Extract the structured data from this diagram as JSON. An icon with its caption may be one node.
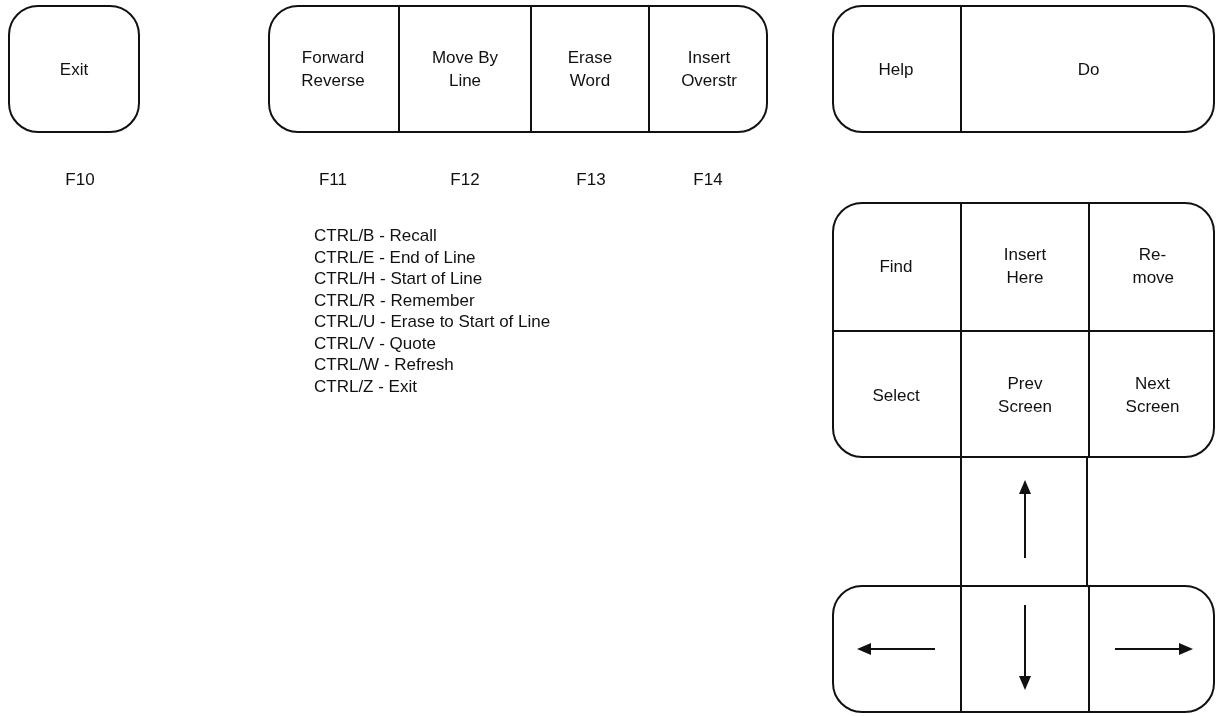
{
  "diagram": {
    "nodes": [
      {
        "text": [
          "Exit"
        ]
      },
      {
        "text": [],
        "shape": "box"
      },
      {
        "text": [
          "Forward Reverse"
        ],
        "in": 1
      },
      {
        "text": [
          "Move By Line"
        ],
        "in": 1
      },
      {
        "text": [
          "Erase Word"
        ],
        "in": 1
      },
      {
        "text": [
          "Insert Overstr"
        ],
        "in": 1
      },
      {
        "text": [],
        "shape": "box"
      },
      {
        "text": [
          "Help"
        ],
        "in": 6
      },
      {
        "text": [
          "Do"
        ],
        "in": 6
      },
      {
        "text": [],
        "shape": "box"
      },
      {
        "text": [
          "Find"
        ],
        "in": 9
      },
      {
        "text": [
          "Insert Here"
        ],
        "in": 9
      },
      {
        "text": [
          "Re- move"
        ],
        "in": 9
      },
      {
        "text": [
          "Select"
        ],
        "in": 9
      },
      {
        "text": [
          "Prev Screen"
        ],
        "in": 9
      },
      {
        "text": [
          "Next Screen"
        ],
        "in": 9
      },
      {
        "text": [],
        "shape": "box"
      },
      {
        "text": [],
        "shape": "box"
      },
      {
        "text": [],
        "shape": "box",
        "in": 17
      },
      {
        "text": [],
        "shape": "box",
        "in": 17
      },
      {
        "text": [],
        "shape": "box",
        "in": 17
      }
    ],
    "edges": [],
    "labels": [
      "F10",
      "F11",
      "F12",
      "F13",
      "F14",
      "CTRL/B - Recall",
      "CTRL/E - End of Line",
      "CTRL/H - Start of Line",
      "CTRL/R - Remember",
      "CTRL/U - Erase to Start of Line",
      "CTRL/V - Quote",
      "CTRL/W - Refresh",
      "CTRL/Z - Exit"
    ]
  }
}
